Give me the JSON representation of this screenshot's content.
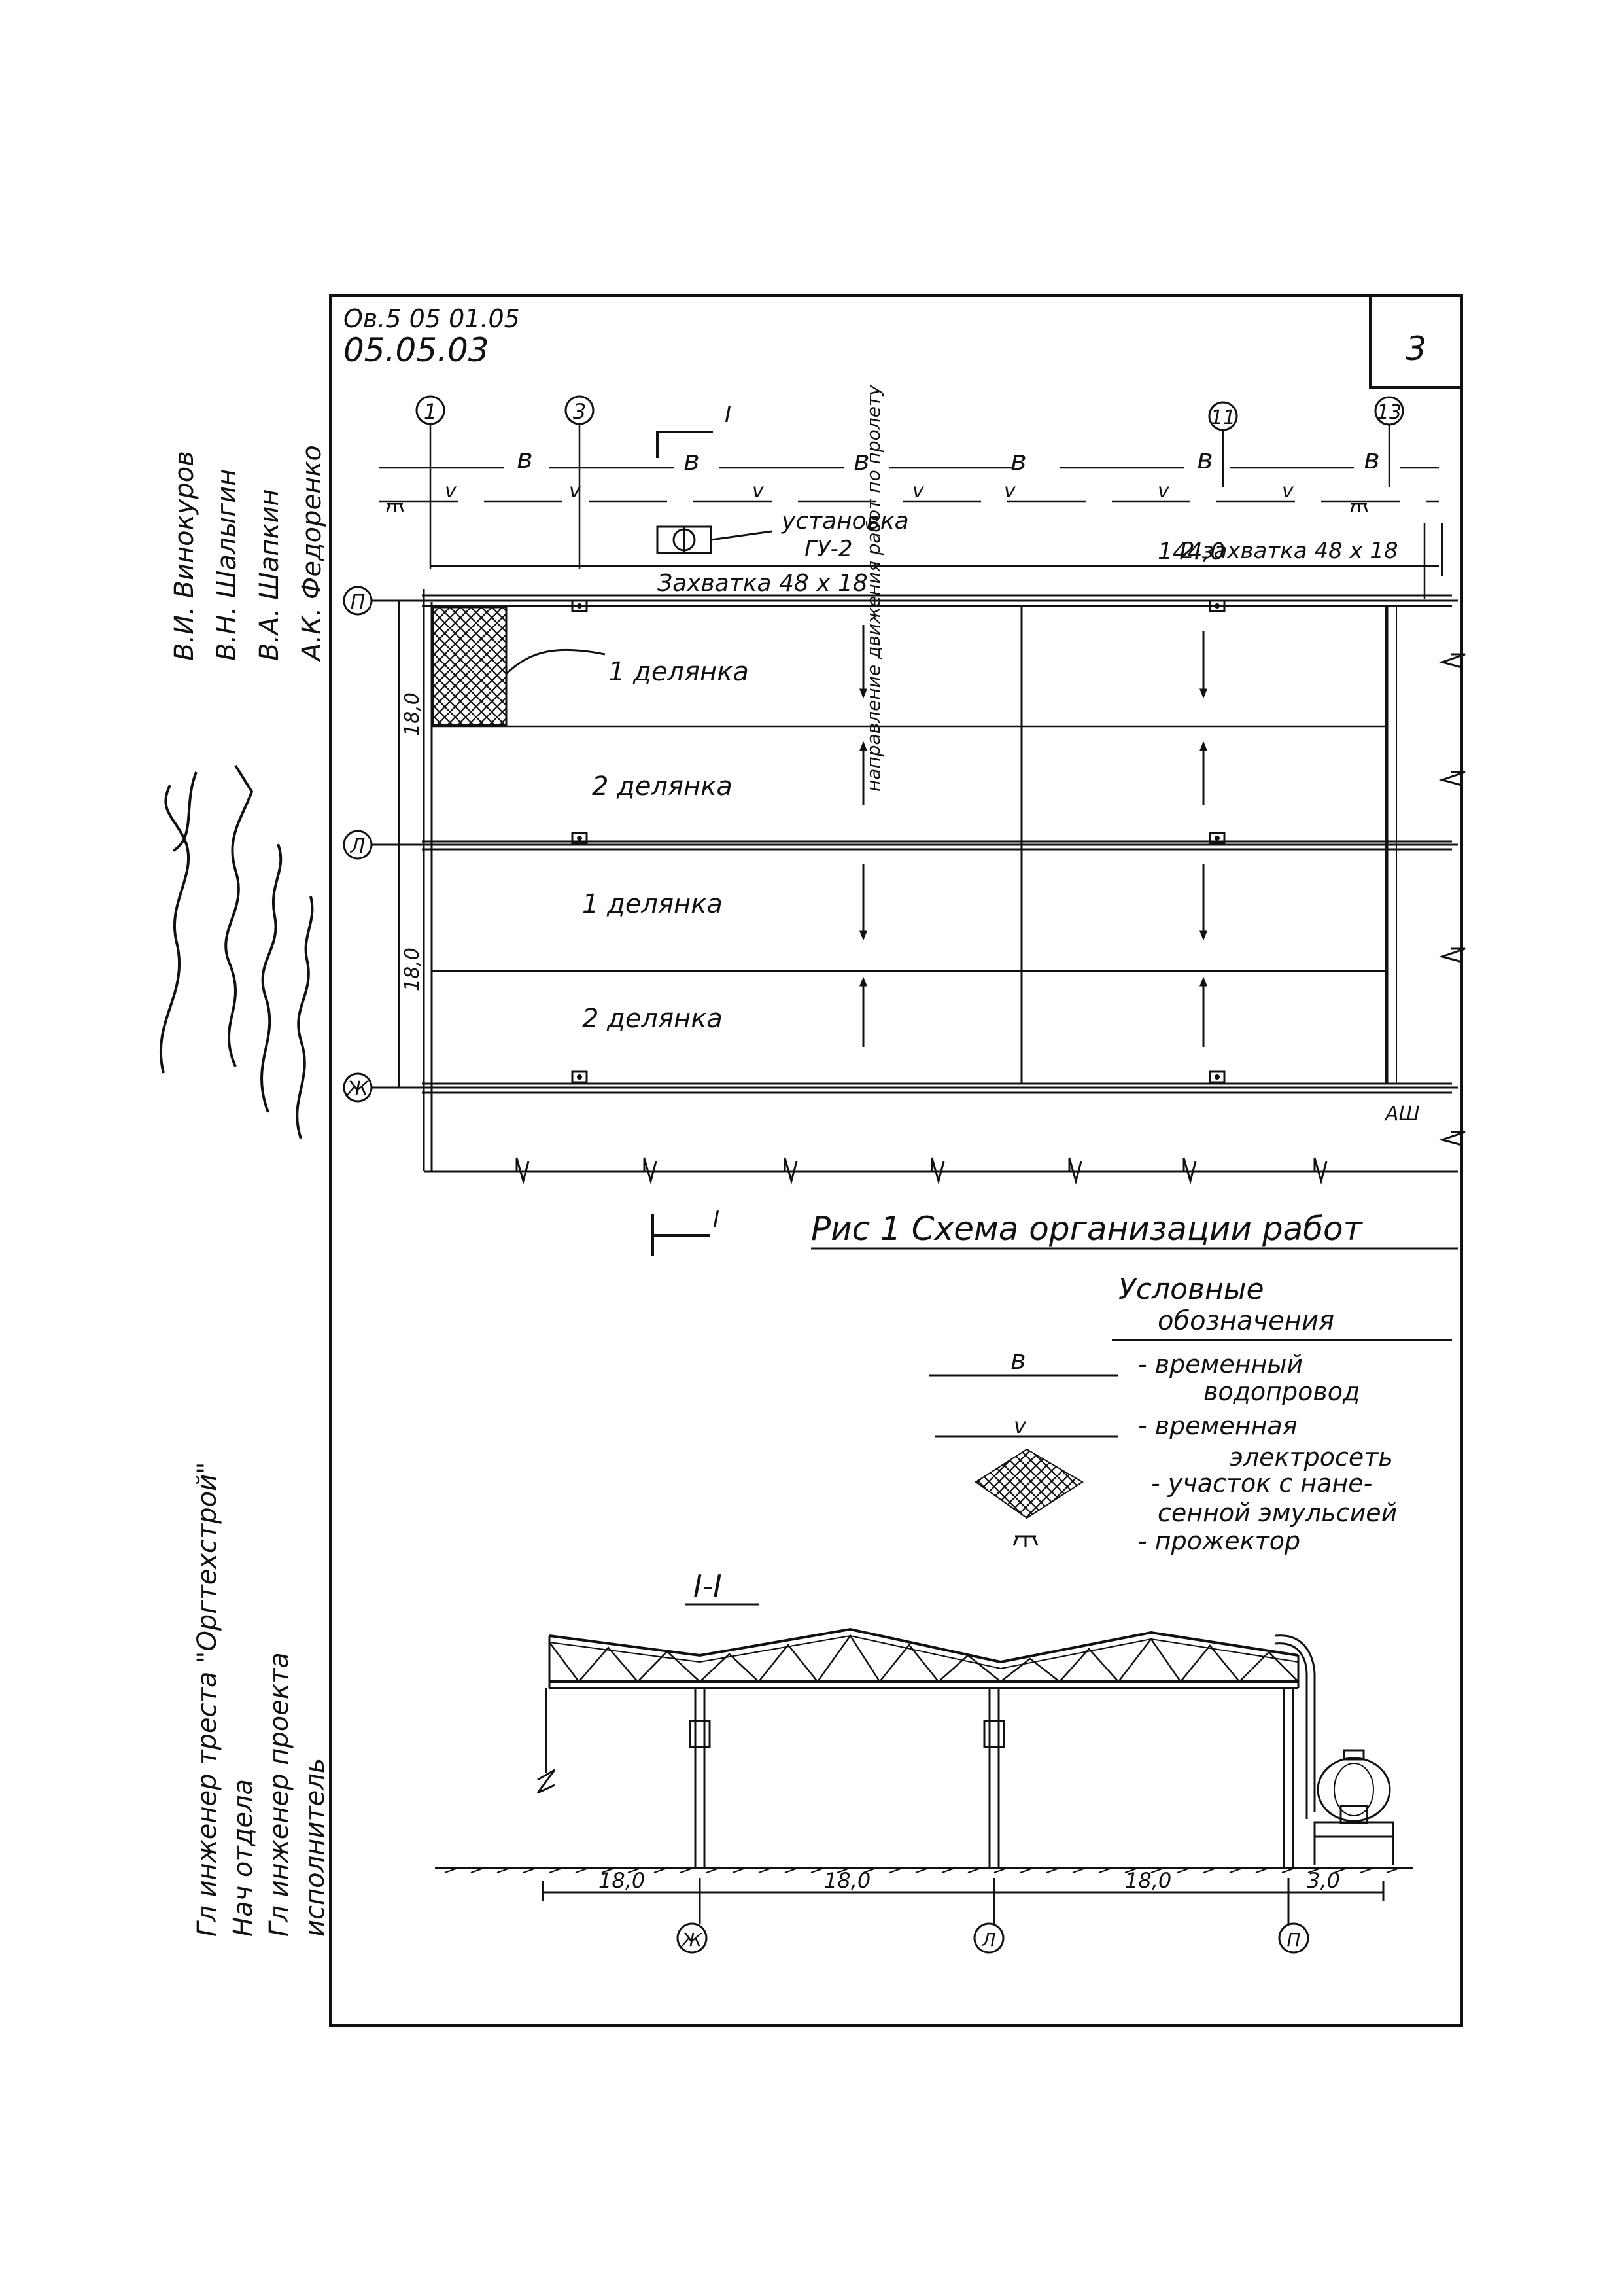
{
  "sheet": {
    "code_top": "Ов.5 05 01.05",
    "code": "05.05.03",
    "page_number": "3"
  },
  "side_block": {
    "roles": [
      "Гл инженер треста \"Оргтехстрой\"",
      "Нач отдела",
      "Гл инженер проекта",
      "исполнитель"
    ],
    "names": [
      "В.И. Винокуров",
      "В.Н. Шалыгин",
      "В.А. Шапкин",
      "А.К. Федоренко"
    ]
  },
  "plan": {
    "axis_top": [
      "1",
      "3",
      "11",
      "13"
    ],
    "axis_left": [
      "П",
      "Л",
      "Ж"
    ],
    "water_label": "в",
    "power_label": "v",
    "installation_label": "установка",
    "installation_model": "ГУ-2",
    "length_label": "144,0",
    "zone2_label": "2 захватка 48 х 18",
    "zone1_label": "Захватка 48 х 18",
    "span_label": "18,0",
    "section_mark": "I",
    "plot1_label": "1 делянка",
    "plot2_label": "2 делянка",
    "direction_note": "направление движения работ по пролету",
    "corner_note": "АШ"
  },
  "figure_caption": "Рис 1  Схема организации работ",
  "legend": {
    "title_1": "Условные",
    "title_2": "обозначения",
    "items": [
      {
        "symbol": "в",
        "label_1": "- временный",
        "label_2": "водопровод"
      },
      {
        "symbol": "v",
        "label_1": "- временная",
        "label_2": "электросеть"
      },
      {
        "symbol": "hatch",
        "label_1": "- участок с нане-",
        "label_2": "сенной эмульсией"
      },
      {
        "symbol": "projector",
        "label_1": "- прожектор",
        "label_2": ""
      }
    ]
  },
  "section": {
    "title": "I-I",
    "dims": [
      "18,0",
      "18,0",
      "18,0",
      "3,0"
    ],
    "axes": [
      "Ж",
      "Л",
      "П"
    ]
  }
}
